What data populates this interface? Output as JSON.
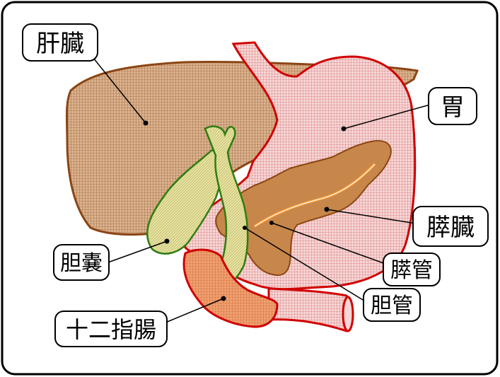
{
  "labels": {
    "liver": "肝臓",
    "stomach": "胃",
    "pancreas": "膵臓",
    "gallbladder": "胆嚢",
    "pancreatic_duct": "膵管",
    "bile_duct": "胆管",
    "duodenum": "十二指腸"
  },
  "colors": {
    "liver_outline": "#8B4513",
    "stomach_outline": "#d00000",
    "gallbladder_outline": "#2e7d10",
    "pancreas_fill": "#c8874a",
    "duct_color": "#ff9933"
  }
}
